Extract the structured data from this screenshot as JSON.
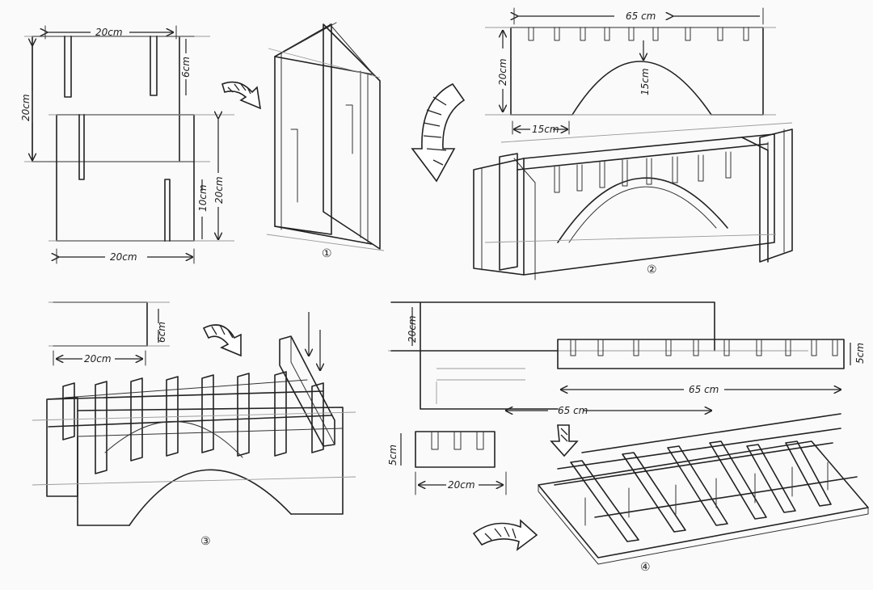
{
  "steps": {
    "s1": "①",
    "s2": "②",
    "s3": "③",
    "s4": "④"
  },
  "dimensions": {
    "p1_width_top": "20cm",
    "p1_height_left": "20cm",
    "p1_slot_top": "6cm",
    "p1_slot_bottom": "10cm",
    "p1_height_right": "20cm",
    "p1_width_bottom": "20cm",
    "p2_width": "65 cm",
    "p2_height": "20cm",
    "p2_arch_height": "15cm",
    "p2_foot": "15cm",
    "p3_height": "6cm",
    "p3_width": "20cm",
    "p4_height": "20cm",
    "p4_strip_height": "5cm",
    "p4_strip_length": "65 cm",
    "p4_base_length": "65 cm",
    "p4_piece_height": "5cm",
    "p4_piece_width": "20cm"
  }
}
